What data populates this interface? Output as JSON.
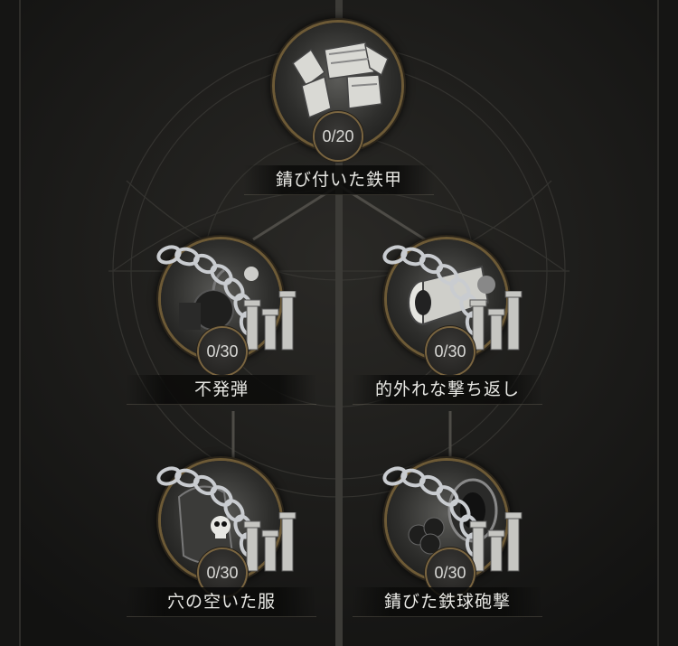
{
  "colors": {
    "background": "#1b1a18",
    "ring": "#6d5a36",
    "text": "#e8e8e4"
  },
  "nodes": [
    {
      "id": "rusted-armor",
      "label": "錆び付いた鉄甲",
      "progress": "0/20",
      "icon": "rusted-armor-icon",
      "locked": false
    },
    {
      "id": "dud-shell",
      "label": "不発弾",
      "progress": "0/30",
      "icon": "dud-bomb-icon",
      "locked": true
    },
    {
      "id": "missed-counter",
      "label": "的外れな撃ち返し",
      "progress": "0/30",
      "icon": "cannon-icon",
      "locked": true
    },
    {
      "id": "holed-clothes",
      "label": "穴の空いた服",
      "progress": "0/30",
      "icon": "skull-cloth-icon",
      "locked": true
    },
    {
      "id": "rusted-cannonball",
      "label": "錆びた鉄球砲撃",
      "progress": "0/30",
      "icon": "cannonballs-icon",
      "locked": true
    }
  ]
}
